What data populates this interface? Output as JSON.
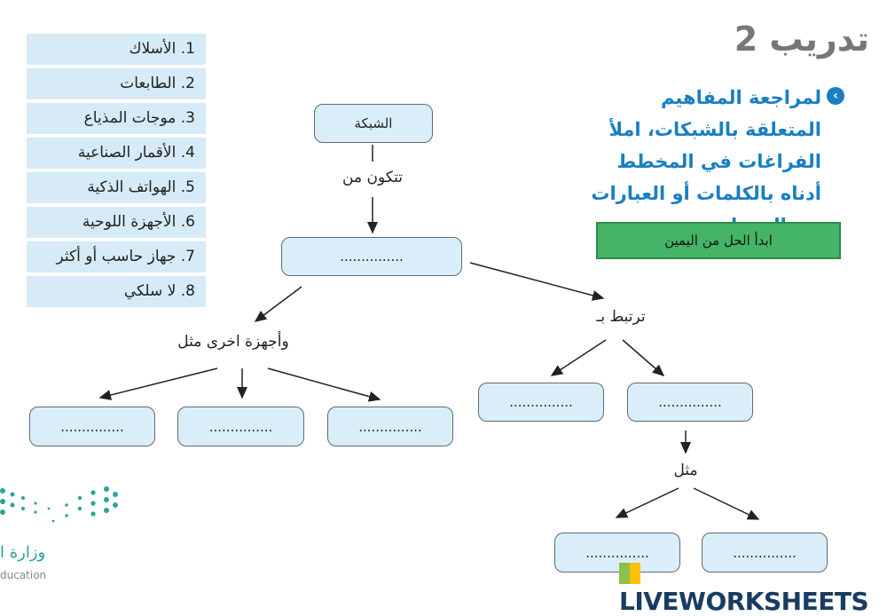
{
  "title": "تدريب 2",
  "instruction": "لمراجعة المفاهيم المتعلقة بالشبكات، املأ الفراغات في المخطط أدناه بالكلمات أو العبارات من الجدول.",
  "start_hint": "ابدأ الحل من اليمين",
  "word_bank": [
    "1. الأسلاك",
    "2. الطابعات",
    "3. موجات المذياع",
    "4. الأقمار الصناعية",
    "5. الهواتف الذكية",
    "6. الأجهزة اللوحية",
    "7. جهاز حاسب أو أكثر",
    "8. لا سلكي"
  ],
  "diagram": {
    "root": "الشبكة",
    "consists_of": "تتكون من",
    "blank": "...............",
    "other_devices": "وأجهزة اخرى مثل",
    "connected_by": "ترتبط بـ",
    "such_as": "مثل"
  },
  "logo": {
    "ministry_ar": "وزارة ا",
    "ministry_en": "ducation"
  },
  "watermark": "LIVEWORKSHEETS",
  "colors": {
    "accent": "#1a7fc1",
    "green": "#45b467",
    "box": "#d9eef9"
  }
}
